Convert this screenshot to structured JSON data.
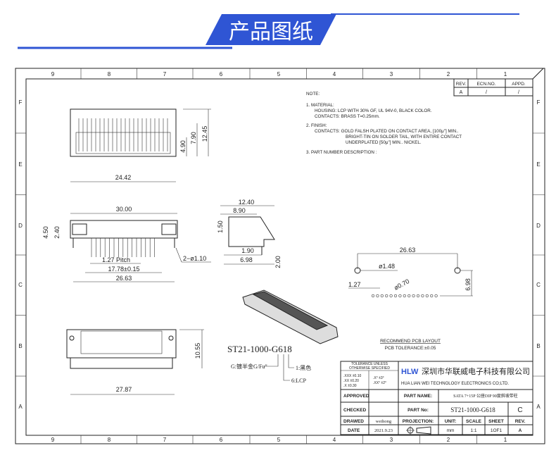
{
  "header": {
    "title": "产品图纸",
    "accent": "#2f55d4"
  },
  "frame": {
    "columns": [
      "9",
      "8",
      "7",
      "6",
      "5",
      "4",
      "3",
      "2",
      "1"
    ],
    "rows": [
      "F",
      "E",
      "D",
      "C",
      "B",
      "A"
    ]
  },
  "revision": {
    "headers": [
      "REV.",
      "ECN.NO.",
      "APPD."
    ],
    "values": [
      "A",
      "/",
      "/"
    ]
  },
  "notes": {
    "title": "NOTE:",
    "lines": [
      "1. MATERIAL:",
      "HOUSING: LCP WITH 30% GF, UL 94V-0, BLACK COLOR.",
      "CONTACTS: BRASS T=0.25mm.",
      "2. FINISH:",
      "CONTACTS:   GOLD FALSH PLATED ON CONTACT AREA,  [100μ\"] MIN..",
      "BRIGHT-TIN ON SOLDER TAIL, WITH ENTIRE CONTACT",
      "UNDERPLATED   [50μ\"] MIN.. NICKEL.",
      "3. PART NUMBER DESCRIPTION :"
    ]
  },
  "dims": {
    "top_width": "24.42",
    "h1": "4.90",
    "h2": "7.90",
    "h3": "12.45",
    "front_width": "30.00",
    "front_h1": "4.50",
    "front_h2": "2.40",
    "pitch": "1.27 Pitch",
    "span": "17.78±0.15",
    "total": "26.63",
    "hole": "2−ø1.10",
    "side_w1": "12.40",
    "side_w2": "8.90",
    "side_h": "1.50",
    "side_d1": "1.90",
    "side_d2": "6.98",
    "side_h2": "2.00",
    "bottom_w": "27.87",
    "bottom_h": "10.55"
  },
  "part_number": {
    "code": "ST21-1000-G618",
    "g_label": "G:镀半金G/Fu\"",
    "six_label": "6:LCP",
    "one_label": "1:黑色"
  },
  "pcb": {
    "span": "26.63",
    "big_hole": "ø1.48",
    "pitch": "1.27",
    "small_hole": "ø0.70",
    "height": "6.98",
    "title": "RECOMMEND PCB LAYOUT",
    "tolerance": "PCB TOLERANCE:±0.05"
  },
  "title_block": {
    "tol_title1": "TOLERANCE UNLESS",
    "tol_title2": "OTHERWISE SPECIFIED",
    "tol1": ".XXX  ±0.10",
    ".tol2": "",
    "tol2": ".XX   ±0.20",
    "tol3": ".X    ±0.30",
    "tol4": ".X°  ±3°",
    "tol5": ".XX°  ±2°",
    "company_cn": "深圳市华联威电子科技有限公司",
    "company_en": "HUA LIAN WEI TECHNOLOGY ELECTRONICS CO;LTD.",
    "logo": "HLW",
    "approved": "APPROVED",
    "checked": "CHECKED",
    "drawed": "DRAWED",
    "drawer": "weihong",
    "date_label": "DATE",
    "date": "2021.9.23",
    "part_name_label": "PART NAME:",
    "part_name": "SATA 7+15P 公座DIP 90度斜坡带柱",
    "part_no_label": "PART No:",
    "part_no": "ST21-1000-G618",
    "part_rev": "C",
    "projection": "PROJECTION:",
    "unit_label": "UNIT:",
    "unit": "mm",
    "scale_label": "SCALE",
    "scale": "1:1",
    "sheet_label": "SHEET",
    "sheet": "1OF1",
    "rev_label": "REV.",
    "rev": "A"
  }
}
